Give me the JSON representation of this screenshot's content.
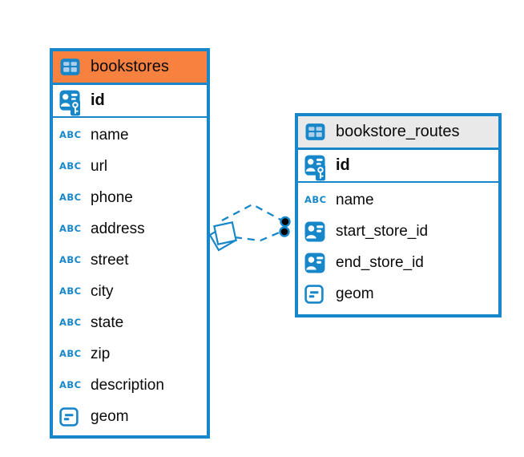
{
  "colors": {
    "accent_blue": "#1787C9",
    "header_orange": "#F8813F",
    "header_gray": "#E9E9E9",
    "row_background": "#FFFFFF",
    "text": "#0A0A0A",
    "dot_fill": "#000000",
    "icon_cell_light": "#AFCEE9",
    "icon_glyph_white": "#FFFFFF"
  },
  "icons": {
    "table_glyph": "table-grid-icon",
    "primary_key_glyph": "person-key-icon",
    "foreign_key_glyph": "person-card-icon",
    "text_type_glyph": "ABC",
    "geometry_glyph": "geometry-icon"
  },
  "tables": [
    {
      "name": "bookstores",
      "header_style": "orange",
      "primary_key": "id",
      "columns": [
        {
          "label": "name",
          "type": "text"
        },
        {
          "label": "url",
          "type": "text"
        },
        {
          "label": "phone",
          "type": "text"
        },
        {
          "label": "address",
          "type": "text"
        },
        {
          "label": "street",
          "type": "text"
        },
        {
          "label": "city",
          "type": "text"
        },
        {
          "label": "state",
          "type": "text"
        },
        {
          "label": "zip",
          "type": "text"
        },
        {
          "label": "description",
          "type": "text"
        },
        {
          "label": "geom",
          "type": "geometry"
        }
      ]
    },
    {
      "name": "bookstore_routes",
      "header_style": "gray",
      "primary_key": "id",
      "columns": [
        {
          "label": "name",
          "type": "text"
        },
        {
          "label": "start_store_id",
          "type": "foreign-key"
        },
        {
          "label": "end_store_id",
          "type": "foreign-key"
        },
        {
          "label": "geom",
          "type": "geometry"
        }
      ]
    }
  ],
  "relationship": {
    "from_table": "bookstores",
    "to_table": "bookstore_routes",
    "line_style": "dashed",
    "link_count": 2,
    "source_marker": "overlapping-diamonds",
    "target_marker": "two-filled-dots"
  }
}
